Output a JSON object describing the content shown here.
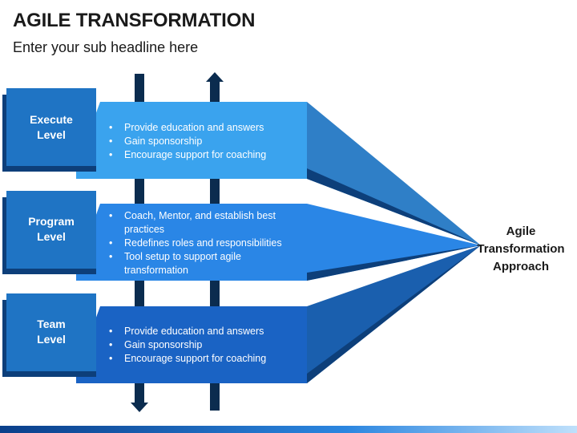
{
  "header": {
    "title": "AGILE TRANSFORMATION",
    "subtitle": "Enter your sub headline here"
  },
  "levels": [
    {
      "label_line1": "Execute",
      "label_line2": "Level",
      "bullets": [
        "Provide education and answers",
        "Gain sponsorship",
        "Encourage support for coaching"
      ]
    },
    {
      "label_line1": "Program",
      "label_line2": "Level",
      "bullets": [
        "Coach, Mentor, and establish best practices",
        "Redefines roles and responsibilities",
        "Tool setup to support agile transformation"
      ]
    },
    {
      "label_line1": "Team",
      "label_line2": "Level",
      "bullets": [
        "Provide education and answers",
        "Gain sponsorship",
        "Encourage support for coaching"
      ]
    }
  ],
  "approach": {
    "line1": "Agile",
    "line2": "Transformation",
    "line3": "Approach"
  },
  "colors": {
    "execute_band": "#3aa3ee",
    "program_band": "#2a86e6",
    "team_band": "#1a63c4",
    "label_box": "#1f74c4",
    "label_shadow": "#0d3f7a",
    "arrow_shaft": "#0b2c4f"
  }
}
